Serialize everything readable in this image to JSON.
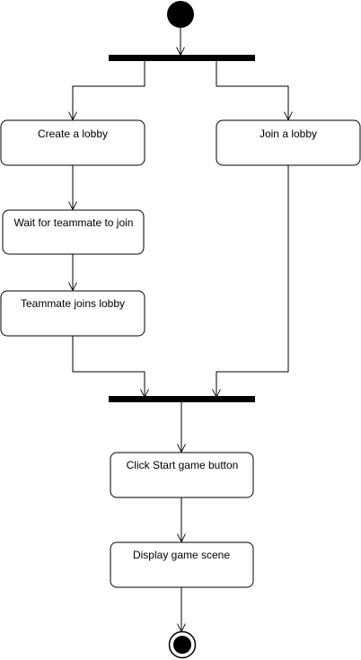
{
  "diagram": {
    "type": "uml-activity",
    "nodes": {
      "create_lobby": "Create a lobby",
      "join_lobby": "Join a lobby",
      "wait_teammate": "Wait for teammate to join",
      "teammate_joins": "Teammate joins lobby",
      "click_start": "Click Start game button",
      "display_scene": "Display game scene"
    },
    "colors": {
      "stroke": "#000000",
      "fill": "#ffffff",
      "bar": "#000000"
    }
  }
}
